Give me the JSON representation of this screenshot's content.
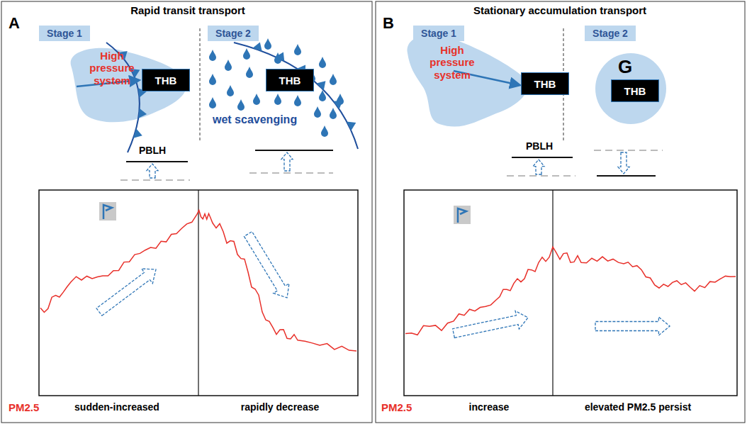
{
  "diagram": {
    "nodes": [
      {
        "text": [
          "Stage 1"
        ]
      },
      {
        "text": [
          "THB"
        ]
      },
      {
        "text": [
          "Stage 2"
        ]
      },
      {
        "text": [
          "THB"
        ]
      },
      {
        "text": [
          "Stage 1"
        ]
      },
      {
        "text": [
          "THB"
        ]
      },
      {
        "text": [
          "Stage 2"
        ]
      },
      {
        "text": [
          "THB"
        ]
      }
    ],
    "labels": [
      "A",
      "Rapid transit transport",
      "B",
      "Stationary accumulation transport",
      "High pressure system",
      "PBLH",
      "wet scavenging",
      "PM2.5",
      "sudden-increased",
      "rapidly decrease",
      "High pressure system",
      "G",
      "PBLH",
      "PM2.5",
      "increase",
      "elevated PM2.5 persist"
    ]
  }
}
